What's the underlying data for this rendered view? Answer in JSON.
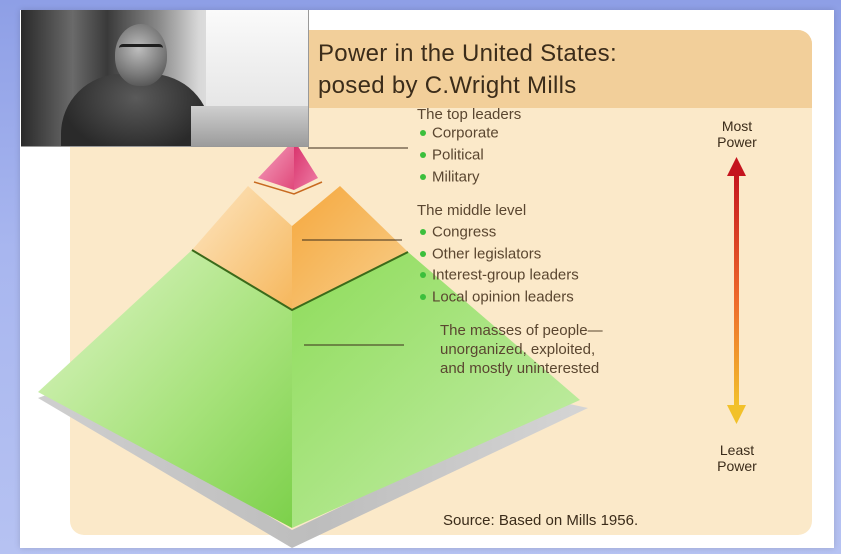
{
  "title": {
    "line1": "Power in the United States:",
    "line2": "posed by C.Wright Mills"
  },
  "levels": {
    "top": {
      "heading": "The top leaders",
      "items": [
        "Corporate",
        "Political",
        "Military"
      ]
    },
    "middle": {
      "heading": "The middle level",
      "items": [
        "Congress",
        "Other legislators",
        "Interest-group leaders",
        "Local opinion leaders"
      ]
    },
    "bottom": {
      "lines": [
        "The masses of people—",
        "unorganized, exploited,",
        "and mostly uninterested"
      ]
    }
  },
  "scale": {
    "top_label_1": "Most",
    "top_label_2": "Power",
    "bottom_label_1": "Least",
    "bottom_label_2": "Power"
  },
  "source": "Source: Based on Mills 1956.",
  "colors": {
    "background": "#a8b6ef",
    "panel": "#fbe9c9",
    "title_band": "#f2cf9a",
    "tier_top": "#e0487a",
    "tier_middle": "#f6b04a",
    "tier_bottom": "#8fdc5c",
    "bullet": "#3cbf3c",
    "arrow_top": "#c4141e",
    "arrow_bottom": "#f2c12a"
  },
  "photo": {
    "icon": "portrait-photo-icon"
  }
}
